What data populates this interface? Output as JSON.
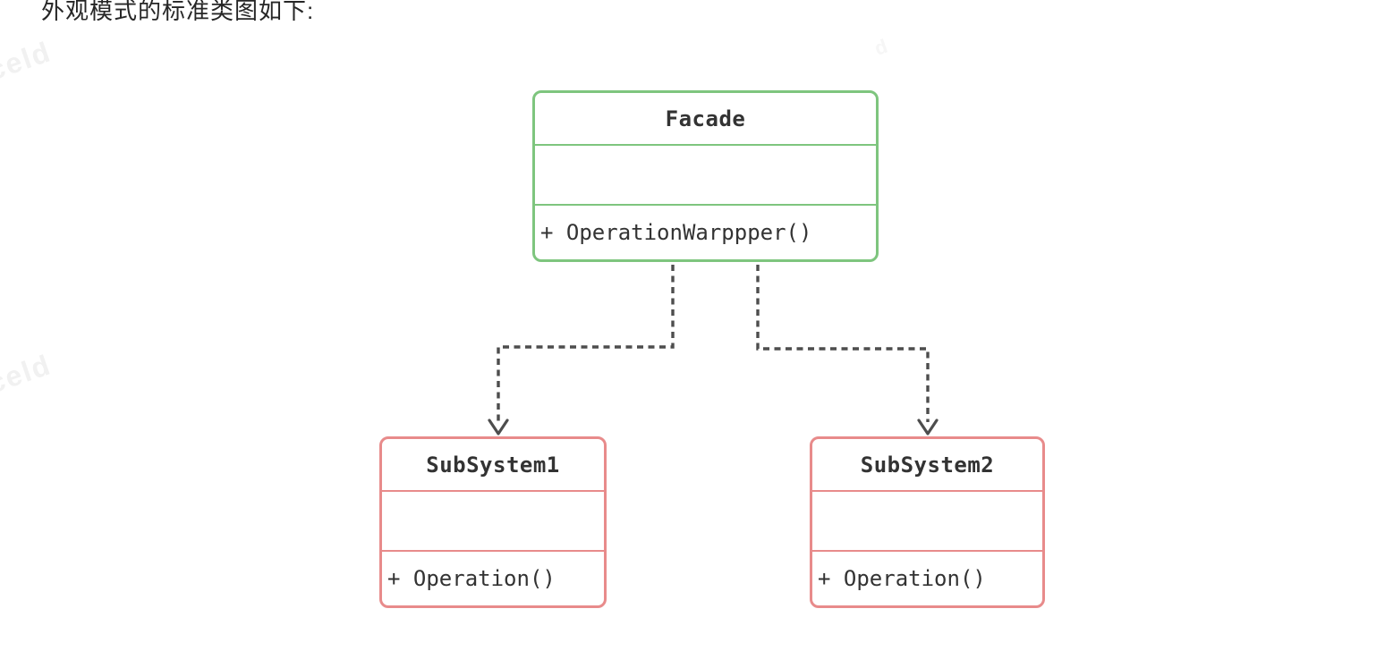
{
  "heading": {
    "text": "外观模式的标准类图如下:"
  },
  "watermarks": [
    {
      "text": "celd"
    },
    {
      "text": "celd"
    },
    {
      "text": "d"
    }
  ],
  "colors": {
    "facade_border": "#7ec57e",
    "subsystem_border": "#e88b8b",
    "arrow_color": "#4d4d4d",
    "text_color": "#333333",
    "heading_color": "#262626",
    "watermark_color": "#f1f1f1"
  },
  "diagram": {
    "type": "uml-class-diagram",
    "pattern": "Facade",
    "classes": [
      {
        "name": "Facade",
        "attributes": "",
        "method": "+ OperationWarppper()"
      },
      {
        "name": "SubSystem1",
        "attributes": "",
        "method": "+ Operation()"
      },
      {
        "name": "SubSystem2",
        "attributes": "",
        "method": "+ Operation()"
      }
    ],
    "connections": [
      {
        "from": "Facade",
        "to": "SubSystem1",
        "style": "dashed-open-arrow"
      },
      {
        "from": "Facade",
        "to": "SubSystem2",
        "style": "dashed-open-arrow"
      }
    ]
  }
}
